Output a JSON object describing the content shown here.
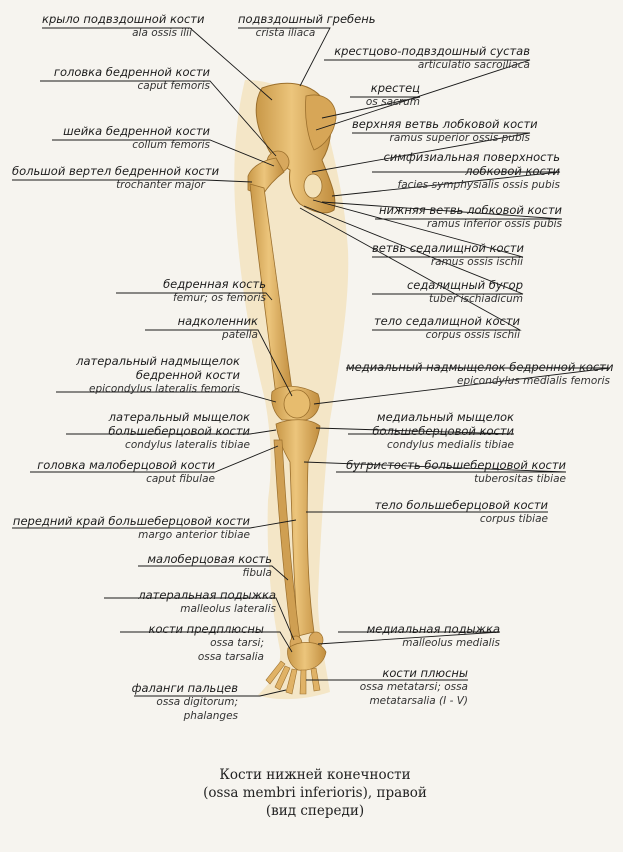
{
  "labels": {
    "ala_ossis_ilii": {
      "ru": "крыло подвздошной кости",
      "la": "ala ossis ilii"
    },
    "crista_iliaca": {
      "ru": "подвздошный гребень",
      "la": "crista iliaca"
    },
    "articulatio_sacroiliaca": {
      "ru": "крестцово-подвздошный сустав",
      "la": "articulatio sacroiliaca"
    },
    "caput_femoris": {
      "ru": "головка бедренной кости",
      "la": "caput femoris"
    },
    "os_sacrum": {
      "ru": "крестец",
      "la": "os sacrum"
    },
    "collum_femoris": {
      "ru": "шейка бедренной кости",
      "la": "collum femoris"
    },
    "ramus_superior": {
      "ru": "верхняя ветвь лобковой кости",
      "la": "ramus superior ossis pubis"
    },
    "trochanter_major": {
      "ru": "большой вертел бедренной кости",
      "la": "trochanter major"
    },
    "facies_symphysialis": {
      "ru1": "симфизиальная поверхность",
      "ru2": "лобковой кости",
      "la": "facies symphysialis ossis pubis"
    },
    "ramus_inferior": {
      "ru": "нижняя ветвь лобковой кости",
      "la": "ramus inferior ossis pubis"
    },
    "ramus_ischii": {
      "ru": "ветвь седалищной кости",
      "la": "ramus ossis ischii"
    },
    "femur": {
      "ru": "бедренная кость",
      "la": "femur; os femoris"
    },
    "tuber_ischiadicum": {
      "ru": "седалищный бугор",
      "la": "tuber ischiadicum"
    },
    "corpus_ischii": {
      "ru": "тело седалищной кости",
      "la": "corpus ossis ischii"
    },
    "patella": {
      "ru": "надколенник",
      "la": "patella"
    },
    "epicondylus_lateralis": {
      "ru1": "латеральный надмыщелок",
      "ru2": "бедренной кости",
      "la": "epicondylus lateralis femoris"
    },
    "epicondylus_medialis": {
      "ru": "медиальный надмыщелок бедренной кости",
      "la": "epicondylus medialis femoris"
    },
    "condylus_lateralis": {
      "ru1": "латеральный мыщелок",
      "ru2": "большеберцовой кости",
      "la": "condylus lateralis tibiae"
    },
    "condylus_medialis": {
      "ru1": "медиальный мыщелок",
      "ru2": "большеберцовой кости",
      "la": "condylus medialis tibiae"
    },
    "caput_fibulae": {
      "ru": "головка малоберцовой кости",
      "la": "caput fibulae"
    },
    "tuberositas_tibiae": {
      "ru": "бугристость большеберцовой кости",
      "la": "tuberositas tibiae"
    },
    "corpus_tibiae": {
      "ru": "тело большеберцовой кости",
      "la": "corpus tibiae"
    },
    "margo_anterior": {
      "ru": "передний край большеберцовой кости",
      "la": "margo anterior tibiae"
    },
    "fibula": {
      "ru": "малоберцовая кость",
      "la": "fibula"
    },
    "malleolus_lateralis": {
      "ru": "латеральная подыжка",
      "la": "malleolus lateralis"
    },
    "ossa_tarsi": {
      "ru": "кости предплюсны",
      "la1": "ossa tarsi;",
      "la2": "ossa tarsalia"
    },
    "malleolus_medialis": {
      "ru": "медиальная подыжка",
      "la": "malleolus medialis"
    },
    "ossa_metatarsi": {
      "ru": "кости плюсны",
      "la1": "ossa metatarsi; ossa",
      "la2": "metatarsalia (I - V)"
    },
    "phalanges": {
      "ru": "фаланги пальцев",
      "la1": "ossa digitorum;",
      "la2": "phalanges"
    }
  },
  "caption": {
    "line1": "Кости нижней конечности",
    "line2": "(ossa membri inferioris), правой",
    "line3": "(вид спереди)"
  },
  "colors": {
    "bone": "#e2b768",
    "bone_shadow": "#b98a3c",
    "soft_tissue": "#f1dcae",
    "leader_line": "#1a1a1a"
  }
}
